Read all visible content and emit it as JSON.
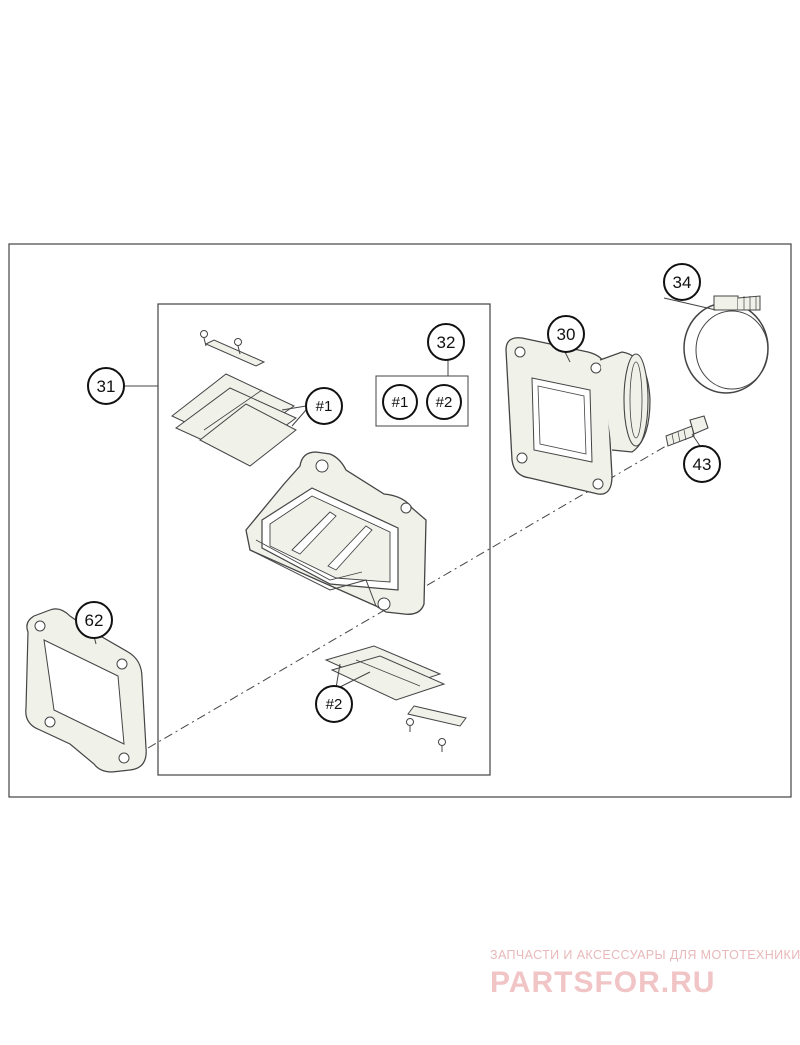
{
  "callouts": {
    "c31": "31",
    "c32": "32",
    "c30": "30",
    "c34": "34",
    "c43": "43",
    "c62": "62",
    "sub1_a": "#1",
    "sub2_a": "#2",
    "sub1_b": "#1",
    "sub2_b": "#2"
  },
  "watermark": {
    "tagline": "ЗАПЧАСТИ И АКСЕССУАРЫ ДЛЯ МОТОТЕХНИКИ",
    "logo": "PARTSFOR.RU"
  },
  "colors": {
    "line": "#444444",
    "part_fill": "#f0f2ea",
    "watermark": "#f1c4c6"
  }
}
